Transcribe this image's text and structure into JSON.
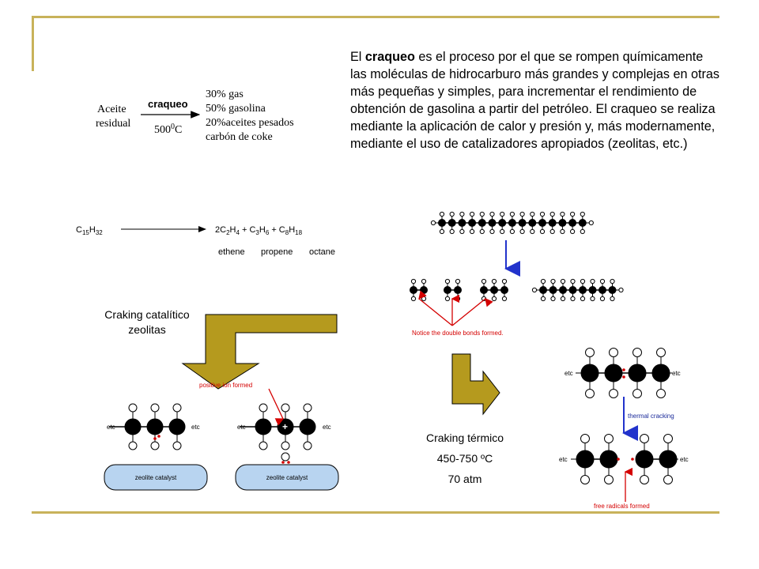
{
  "intro": {
    "lead": "El ",
    "term": "craqueo",
    "body": " es el proceso por el que se rompen químicamente las moléculas de hidrocarburo más grandes y complejas en otras más pequeñas y simples, para incrementar el rendimiento de obtención de gasolina a partir del petróleo. El craqueo se realiza mediante la aplicación de calor y presión y, más modernamente, mediante el uso de catalizadores apropiados (zeolitas, etc.)"
  },
  "scheme": {
    "reactant_line1": "Aceite",
    "reactant_line2": "residual",
    "arrow_top": "craqueo",
    "arrow_bottom": "500",
    "arrow_bottom_sup": "0",
    "arrow_bottom_unit": "C",
    "products": [
      "30% gas",
      "50% gasolina",
      "20%aceites pesados",
      "carbón de coke"
    ]
  },
  "equation": {
    "reactant": "C15H32",
    "products_line": "2C2H4 + C3H6 + C8H18",
    "names": [
      "ethene",
      "propene",
      "octane"
    ]
  },
  "catalytic": {
    "title_line1": "Craking catalítico",
    "title_line2": "zeolitas",
    "annotation": "positive ion formed",
    "catalyst_label": "zeolite catalyst",
    "etc": "etc",
    "plus": "+"
  },
  "notice": "Notice the double bonds formed.",
  "thermal": {
    "title": "Craking térmico",
    "temperature": "450-750 ºC",
    "pressure": "70 atm",
    "process_label": "thermal cracking",
    "annotation": "free radicals formed",
    "etc": "etc"
  },
  "colors": {
    "frame": "#c8b25a",
    "arrow_fill": "#b59a1e",
    "annotation": "#d40000",
    "blue_arrow": "#2233cc",
    "catalyst_fill": "#b8d4f0"
  }
}
